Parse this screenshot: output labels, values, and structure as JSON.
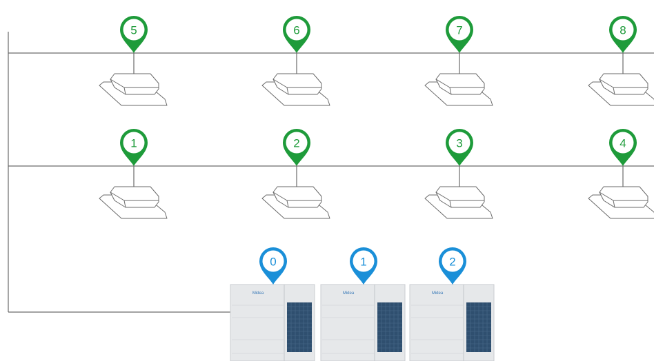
{
  "colors": {
    "line": "#6a6a6a",
    "indoor_pin": "#1e9b3a",
    "outdoor_pin": "#1a8fd8",
    "pin_inner": "#ffffff",
    "unit_body": "#e6e8ea",
    "unit_grille": "#2f4f6f"
  },
  "indoor_rows": [
    {
      "units": [
        {
          "label": "5"
        },
        {
          "label": "6"
        },
        {
          "label": "7"
        },
        {
          "label": "8"
        }
      ]
    },
    {
      "units": [
        {
          "label": "1"
        },
        {
          "label": "2"
        },
        {
          "label": "3"
        },
        {
          "label": "4"
        }
      ]
    }
  ],
  "outdoor_units": [
    {
      "label": "0",
      "brand": "Midea"
    },
    {
      "label": "1",
      "brand": "Midea"
    },
    {
      "label": "2",
      "brand": "Midea"
    }
  ]
}
